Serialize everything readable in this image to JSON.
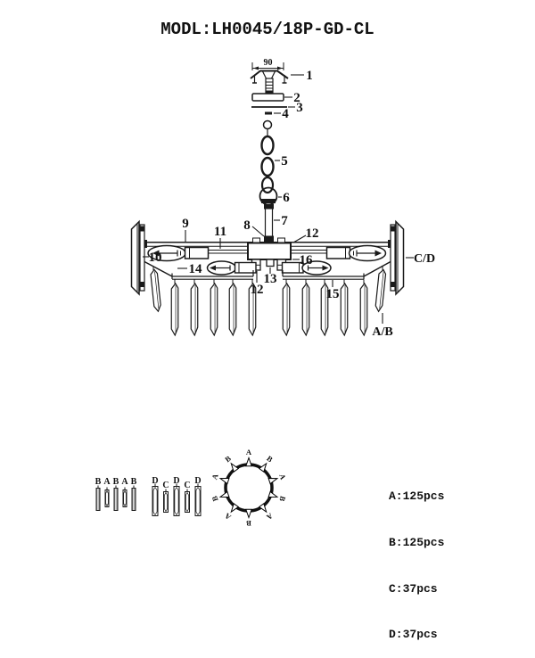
{
  "title": "MODL:LH0045/18P-GD-CL",
  "colors": {
    "ink": "#1a1a1a",
    "background": "#ffffff"
  },
  "diagram": {
    "dimension": "90",
    "callouts": {
      "n1": "1",
      "n2": "2",
      "n3": "3",
      "n4": "4",
      "n5": "5",
      "n6": "6",
      "n7": "7",
      "n8": "8",
      "n9": "9",
      "n10": "10",
      "n11": "11",
      "n12": "12",
      "n12b": "12",
      "n13": "13",
      "n14": "14",
      "n15": "15",
      "n16": "16",
      "cd": "C/D",
      "ab": "A/B"
    },
    "crystal_rows": {
      "left_centers": [
        196,
        218,
        240,
        261,
        283
      ],
      "right_centers": [
        321,
        343,
        364,
        386,
        408
      ]
    }
  },
  "legend": {
    "group1": [
      "B",
      "A",
      "B",
      "A",
      "B"
    ],
    "group2": [
      "D",
      "C",
      "D",
      "C",
      "D"
    ],
    "ring": [
      "A",
      "B",
      "A",
      "B",
      "A",
      "B",
      "A",
      "B",
      "A",
      "B"
    ]
  },
  "parts_list": [
    "A:125pcs",
    "B:125pcs",
    "C:37pcs",
    "D:37pcs"
  ]
}
